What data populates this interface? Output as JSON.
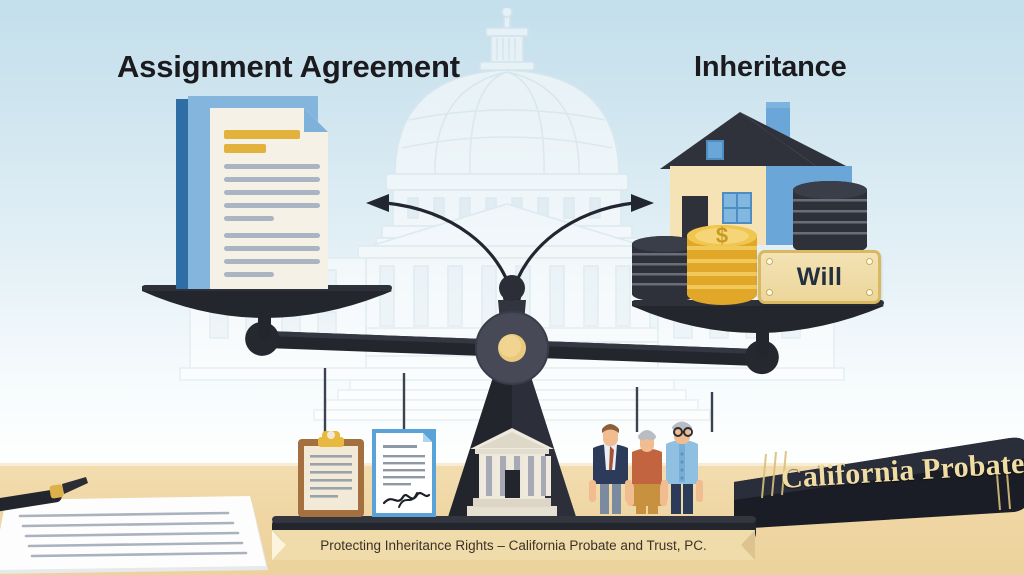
{
  "meta": {
    "kind": "legal-infographic-illustration",
    "subject": "Assignment Agreement versus Inheritance balance scale"
  },
  "titles": {
    "left": "Assignment Agreement",
    "right": "Inheritance"
  },
  "objects": {
    "plaque_label": "Will",
    "book_spine": "California Probate",
    "dollar_symbol": "$"
  },
  "banner": {
    "text": "Protecting Inheritance Rights – California Probate and Trust, PC."
  },
  "icons": {
    "left_pan": "document-stack-icon",
    "right_pan_house": "house-icon",
    "right_pan_coins": "coin-stack-icon",
    "right_pan_plaque": "will-plaque-icon",
    "arrow_left": "curved-arrow-left-icon",
    "arrow_right": "curved-arrow-right-icon",
    "pedestal_courthouse": "courthouse-icon",
    "clipboard": "clipboard-icon",
    "signed_document": "signed-document-icon",
    "family": "family-group-icon",
    "book": "law-book-icon",
    "pen": "fountain-pen-icon",
    "background": "capitol-dome-watermark-icon"
  },
  "colors": {
    "sky_top": "#c3dfec",
    "sky_bottom": "#fdfefe",
    "desk": "#efd6a4",
    "scale_dark": "#2b2d35",
    "fulcrum_hub": "#4a4c56",
    "fulcrum_center": "#e9c97e",
    "gold": "#e8b93e",
    "house_wall": "#f6e3b5",
    "house_roof": "#2f323a",
    "house_blue": "#6aa7d8",
    "doc_blue_dark": "#2f6ea5",
    "doc_blue_light": "#84b6dd",
    "doc_paper": "#f5f1e6",
    "heading_bar": "#e3b23c",
    "book_cover": "#1a1c26",
    "book_gold": "#f0dda4",
    "banner_fill": "#f0dcab",
    "title_text": "#1b1b1f",
    "suit_navy": "#2c3b5a",
    "sweater_rust": "#c2643f",
    "shirt_blue": "#8fc0e2",
    "skirt_tan": "#c8913f"
  }
}
